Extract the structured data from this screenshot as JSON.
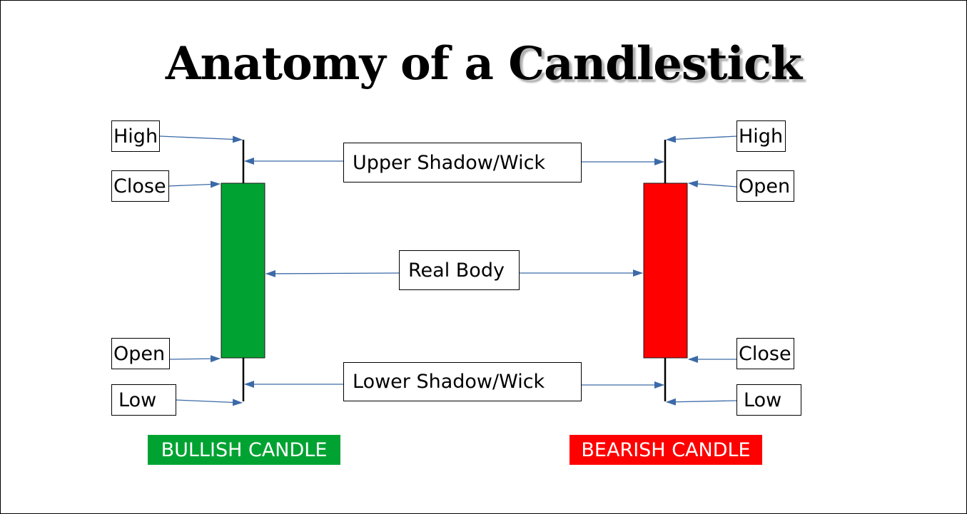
{
  "title": {
    "part1": "Anatomy of a ",
    "part2": "Candlestick"
  },
  "colors": {
    "bullish": "#00a331",
    "bearish": "#ff0000",
    "arrow": "#3c6aa8",
    "wick": "#000000"
  },
  "bullish": {
    "labels": {
      "high": "High",
      "close": "Close",
      "open": "Open",
      "low": "Low"
    },
    "badge": "BULLISH CANDLE"
  },
  "bearish": {
    "labels": {
      "high": "High",
      "open": "Open",
      "close": "Close",
      "low": "Low"
    },
    "badge": "BEARISH CANDLE"
  },
  "center": {
    "upper_shadow": "Upper Shadow/Wick",
    "real_body": "Real Body",
    "lower_shadow": "Lower Shadow/Wick"
  }
}
